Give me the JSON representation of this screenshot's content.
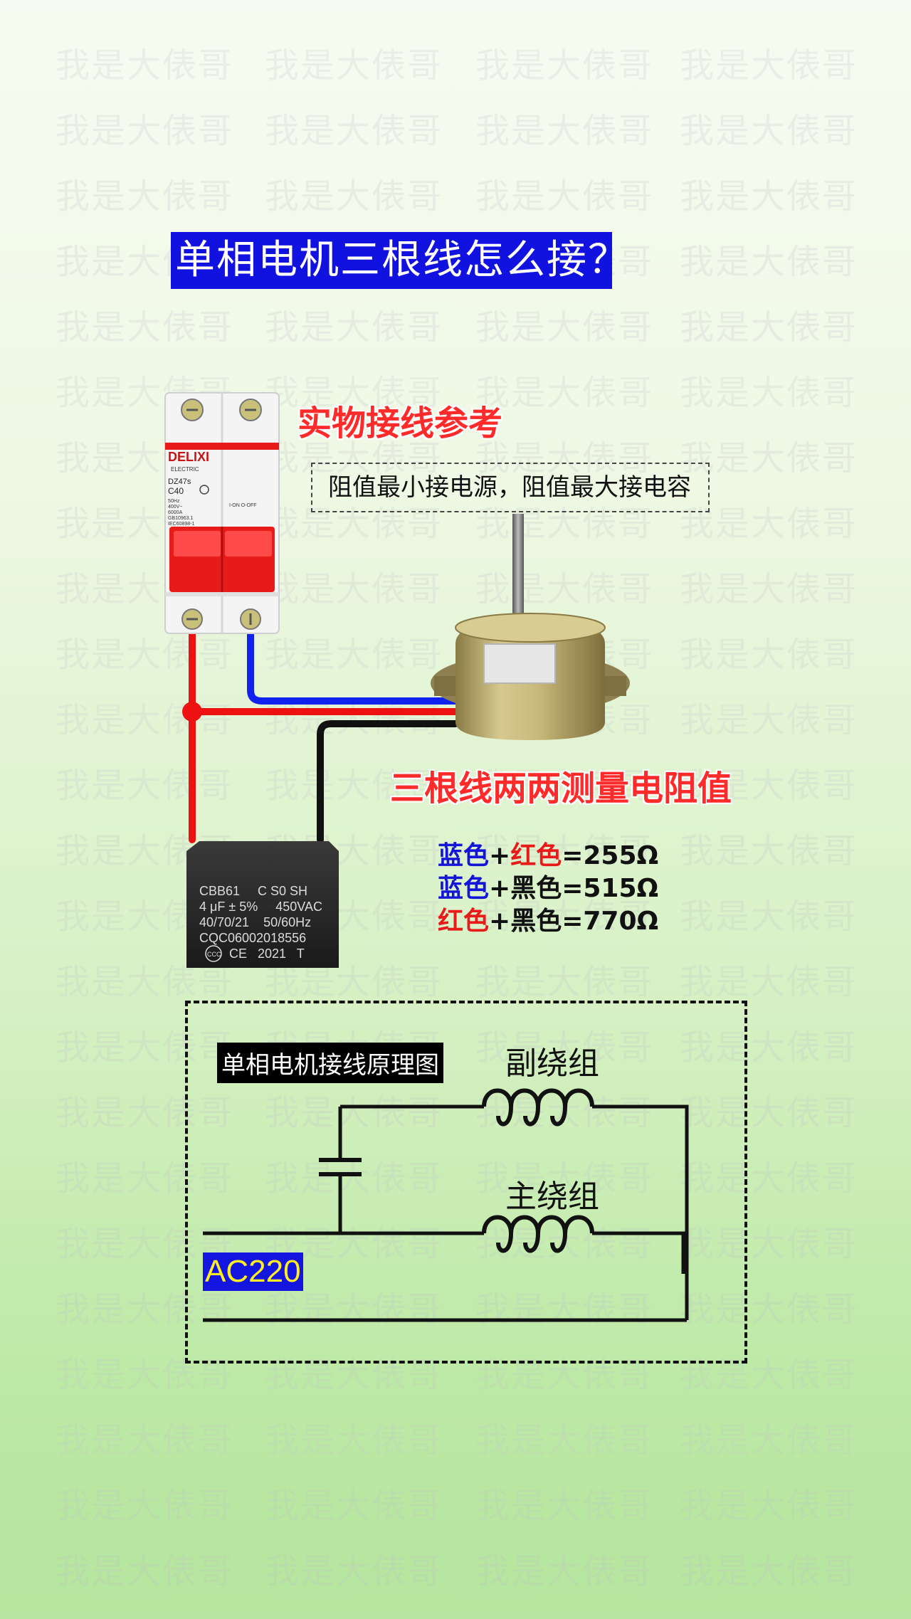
{
  "watermark_text": "我是大俵哥",
  "title": "单相电机三根线怎么接？",
  "heading_physical": "实物接线参考",
  "note": "阻值最小接电源，阻值最大接电容",
  "heading_measure": "三根线两两测量电阻值",
  "measurements": [
    {
      "a": "蓝色",
      "b": "红色",
      "value": "=255Ω",
      "a_color": "#1515d8",
      "b_color": "#e81a1a"
    },
    {
      "a": "蓝色",
      "b": "黑色",
      "value": "=515Ω",
      "a_color": "#1515d8",
      "b_color": "#111111"
    },
    {
      "a": "红色",
      "b": "黑色",
      "value": "=770Ω",
      "a_color": "#e81a1a",
      "b_color": "#111111"
    }
  ],
  "breaker": {
    "brand": "DELIXI",
    "sub": "ELECTRIC",
    "model": "DZ47s",
    "rating": "C40",
    "spec_lines": [
      "50Hz",
      "400V~",
      "6000A",
      "GB10963.1",
      "IEC60898-1"
    ],
    "on_off": "I-ON O-OFF"
  },
  "capacitor": {
    "lines": [
      "CBB61     C S0 SH",
      "4 μF ± 5%     450VAC",
      "40/70/21    50/60Hz",
      "CQC06002018556",
      "CE   2021   T"
    ],
    "ccc": "CCC"
  },
  "schematic": {
    "title": "单相电机接线原理图",
    "aux_winding": "副绕组",
    "main_winding": "主绕组",
    "ac": "AC220"
  },
  "colors": {
    "title_bg": "#1212e0",
    "wire_red": "#ee1111",
    "wire_blue": "#1122ee",
    "wire_black": "#111111",
    "heading_red": "#ff2a2a"
  }
}
